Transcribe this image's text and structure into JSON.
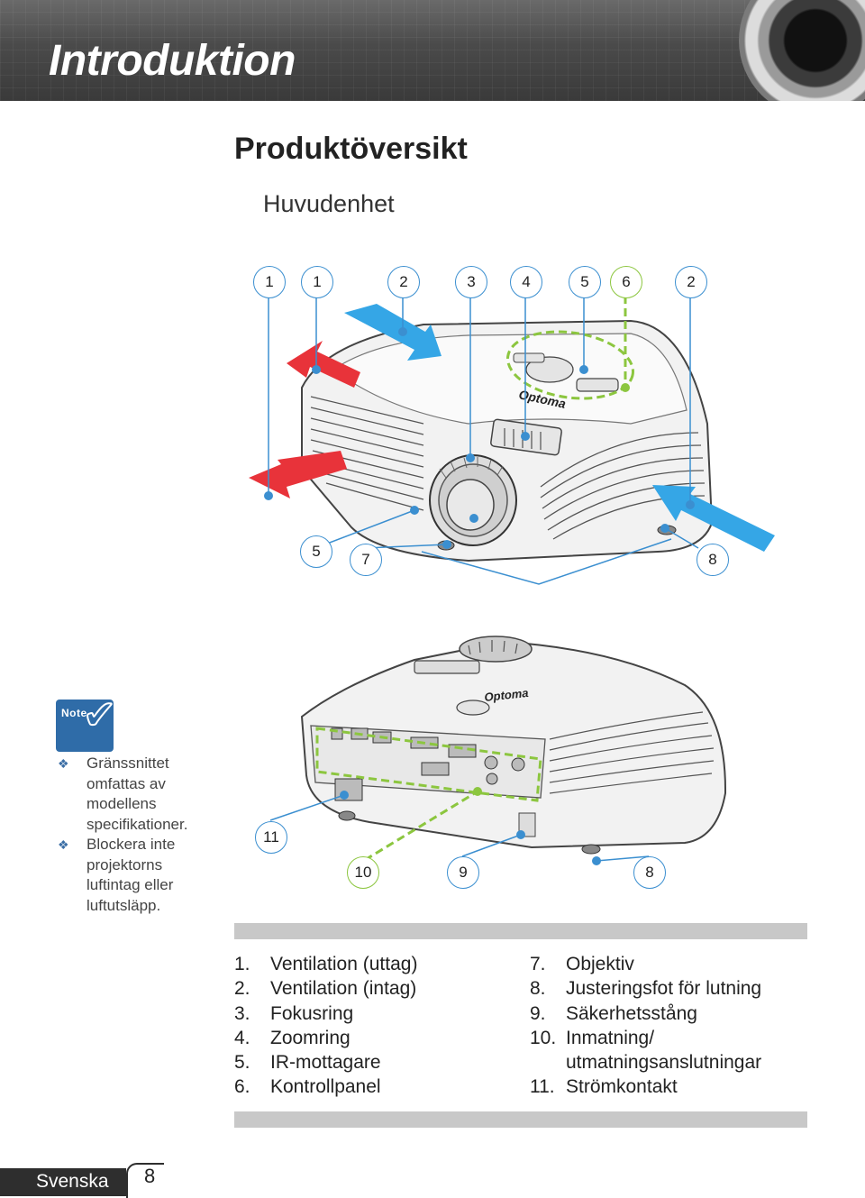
{
  "header": {
    "title": "Introduktion"
  },
  "page": {
    "title": "Produktöversikt",
    "subtitle": "Huvudenhet"
  },
  "diagram_top": {
    "callouts": [
      "1",
      "1",
      "2",
      "3",
      "4",
      "5",
      "6",
      "2",
      "5",
      "7",
      "8"
    ],
    "brand": "Optoma"
  },
  "diagram_bottom": {
    "callouts": [
      "11",
      "10",
      "9",
      "8"
    ],
    "brand": "Optoma"
  },
  "note": {
    "label": "Note",
    "items": [
      "Gränssnittet omfattas av modellens specifikationer.",
      "Blockera inte projektorns luftintag eller luftutsläpp."
    ]
  },
  "legend": {
    "left": [
      {
        "num": "1.",
        "text": "Ventilation (uttag)"
      },
      {
        "num": "2.",
        "text": "Ventilation (intag)"
      },
      {
        "num": "3.",
        "text": "Fokusring"
      },
      {
        "num": "4.",
        "text": "Zoomring"
      },
      {
        "num": "5.",
        "text": "IR-mottagare"
      },
      {
        "num": "6.",
        "text": "Kontrollpanel"
      }
    ],
    "right": [
      {
        "num": "7.",
        "text": "Objektiv"
      },
      {
        "num": "8.",
        "text": "Justeringsfot för lutning"
      },
      {
        "num": "9.",
        "text": "Säkerhetsstång"
      },
      {
        "num": "10.",
        "text": "Inmatning/"
      },
      {
        "num": "",
        "text": "utmatningsanslutningar"
      },
      {
        "num": "11.",
        "text": "Strömkontakt"
      }
    ]
  },
  "footer": {
    "language": "Svenska",
    "page_number": "8"
  },
  "colors": {
    "accent_blue": "#3b8fd0",
    "arrow_red": "#e8333a",
    "arrow_blue": "#35a6e6",
    "dash_green": "#8cc63f"
  }
}
